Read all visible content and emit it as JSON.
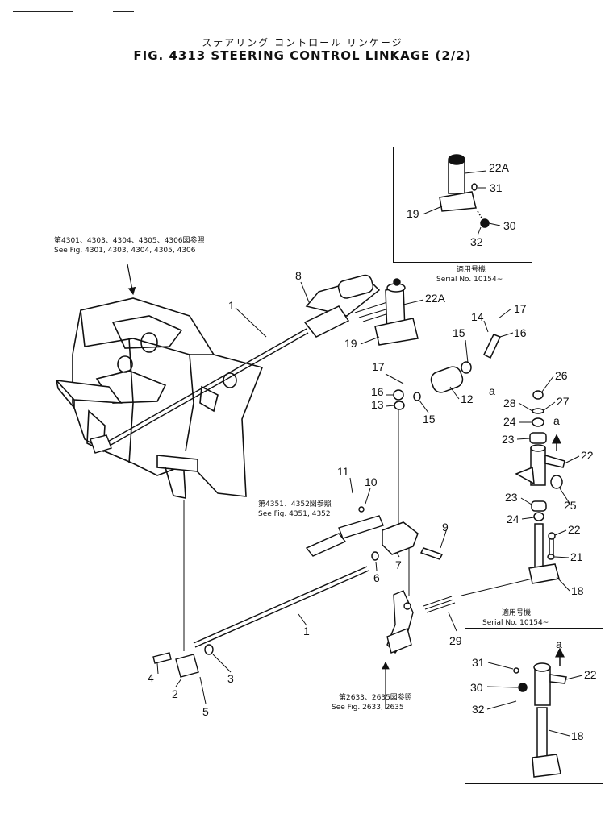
{
  "title_jp": "ステアリング  コントロール  リンケージ",
  "title_en": "FIG. 4313  STEERING  CONTROL  LINKAGE  (2/2)",
  "refs": {
    "ref_4301_jp": "第4301、4303、4304、4305、4306図参照",
    "ref_4301_en": "See Fig. 4301, 4303, 4304, 4305, 4306",
    "ref_4351_jp": "第4351、4352図参照",
    "ref_4351_en": "See Fig. 4351, 4352",
    "ref_2633_jp": "第2633、2635図参照",
    "ref_2633_en": "See Fig. 2633, 2635"
  },
  "serial_notes": {
    "top_jp": "適用号機",
    "top_en": "Serial No. 10154~",
    "bottom_jp": "適用号機",
    "bottom_en": "Serial No. 10154~"
  },
  "callouts": {
    "c1a": "1",
    "c1b": "1",
    "c2": "2",
    "c3": "3",
    "c4": "4",
    "c5": "5",
    "c6": "6",
    "c7": "7",
    "c8": "8",
    "c9": "9",
    "c10": "10",
    "c11": "11",
    "c12": "12",
    "c13": "13",
    "c14": "14",
    "c15a": "15",
    "c15b": "15",
    "c16a": "16",
    "c16b": "16",
    "c17a": "17",
    "c17b": "17",
    "c18a": "18",
    "c18b": "18",
    "c19a": "19",
    "c19b": "19",
    "c21": "21",
    "c22a": "22",
    "c22b": "22",
    "c22c": "22",
    "c22A_a": "22A",
    "c22A_b": "22A",
    "c23a": "23",
    "c23b": "23",
    "c24a": "24",
    "c24b": "24",
    "c25": "25",
    "c26": "26",
    "c27": "27",
    "c28": "28",
    "c29": "29",
    "c30a": "30",
    "c30b": "30",
    "c31a": "31",
    "c31b": "31",
    "c32a": "32",
    "c32b": "32",
    "ca1": "a",
    "ca2": "a",
    "ca3": "a"
  }
}
